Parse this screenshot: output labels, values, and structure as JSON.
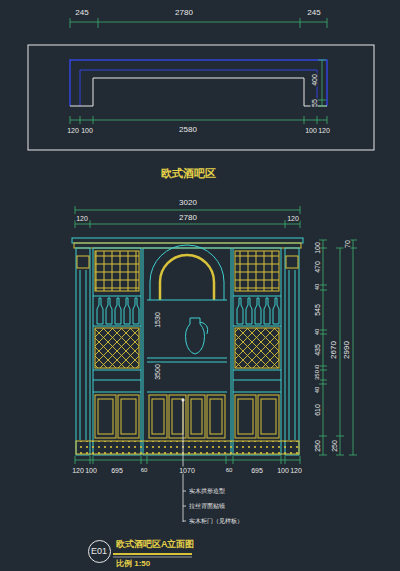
{
  "diagram": {
    "title": "欧式酒吧区",
    "nodes": [
      {
        "text": [
          "E01"
        ]
      }
    ],
    "labels": [
      "245",
      "2780",
      "245",
      "400",
      "55",
      "120",
      "100",
      "2580",
      "100",
      "120",
      "3020",
      "120",
      "2780",
      "120",
      "100",
      "470",
      "40",
      "545",
      "40",
      "435",
      "40",
      "350",
      "40",
      "610",
      "250",
      "2670",
      "2990",
      "70",
      "1530",
      "3500",
      "120",
      "100",
      "695",
      "60",
      "1070",
      "60",
      "695",
      "100",
      "120",
      "实木拱形造型",
      "拉丝背面贴镜",
      "实木柜门（见样板）",
      "欧式酒吧区A立面图",
      "比例 1:50",
      "250"
    ]
  }
}
